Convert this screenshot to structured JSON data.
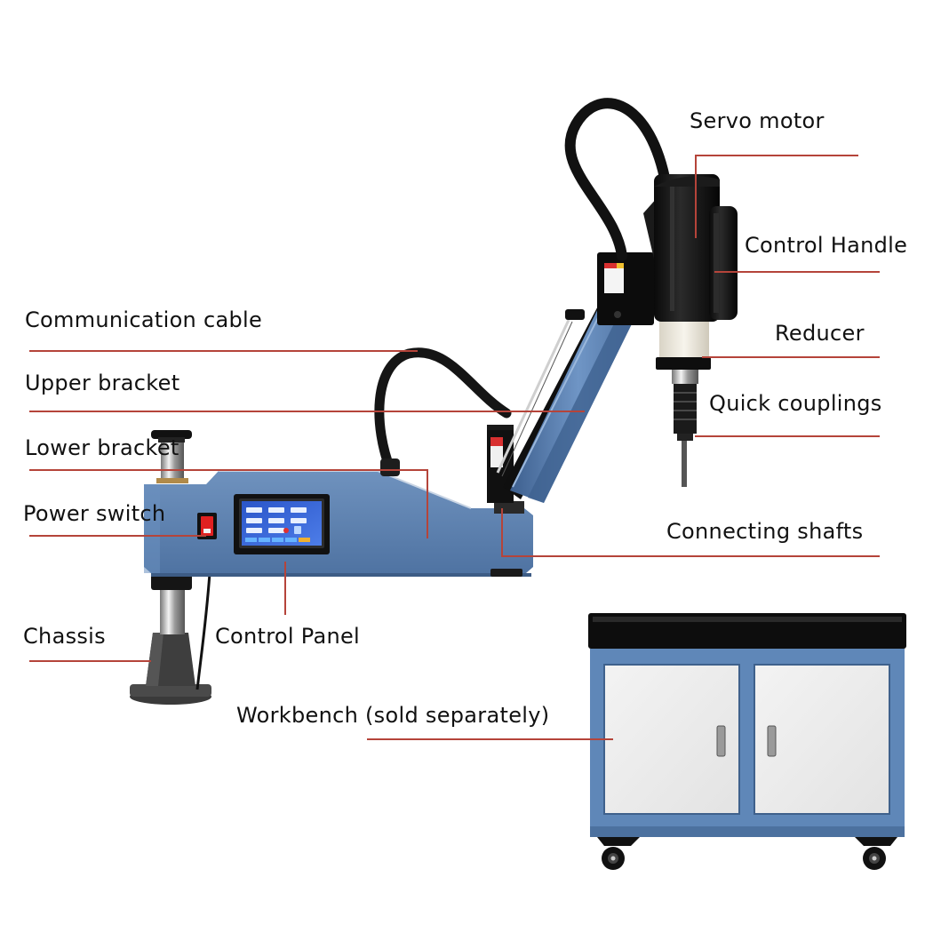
{
  "diagram": {
    "subject": "Electric servo tapping machine with articulated arm",
    "leader_color": "#b5443a",
    "body_color": "#5a7fae",
    "labels": {
      "servo_motor": "Servo motor",
      "control_handle": "Control Handle",
      "communication_cable": "Communication cable",
      "reducer": "Reducer",
      "upper_bracket": "Upper bracket",
      "quick_couplings": "Quick couplings",
      "lower_bracket": "Lower bracket",
      "power_switch": "Power switch",
      "connecting_shafts": "Connecting shafts",
      "chassis": "Chassis",
      "control_panel": "Control Panel",
      "workbench": "Workbench (sold separately)"
    }
  }
}
